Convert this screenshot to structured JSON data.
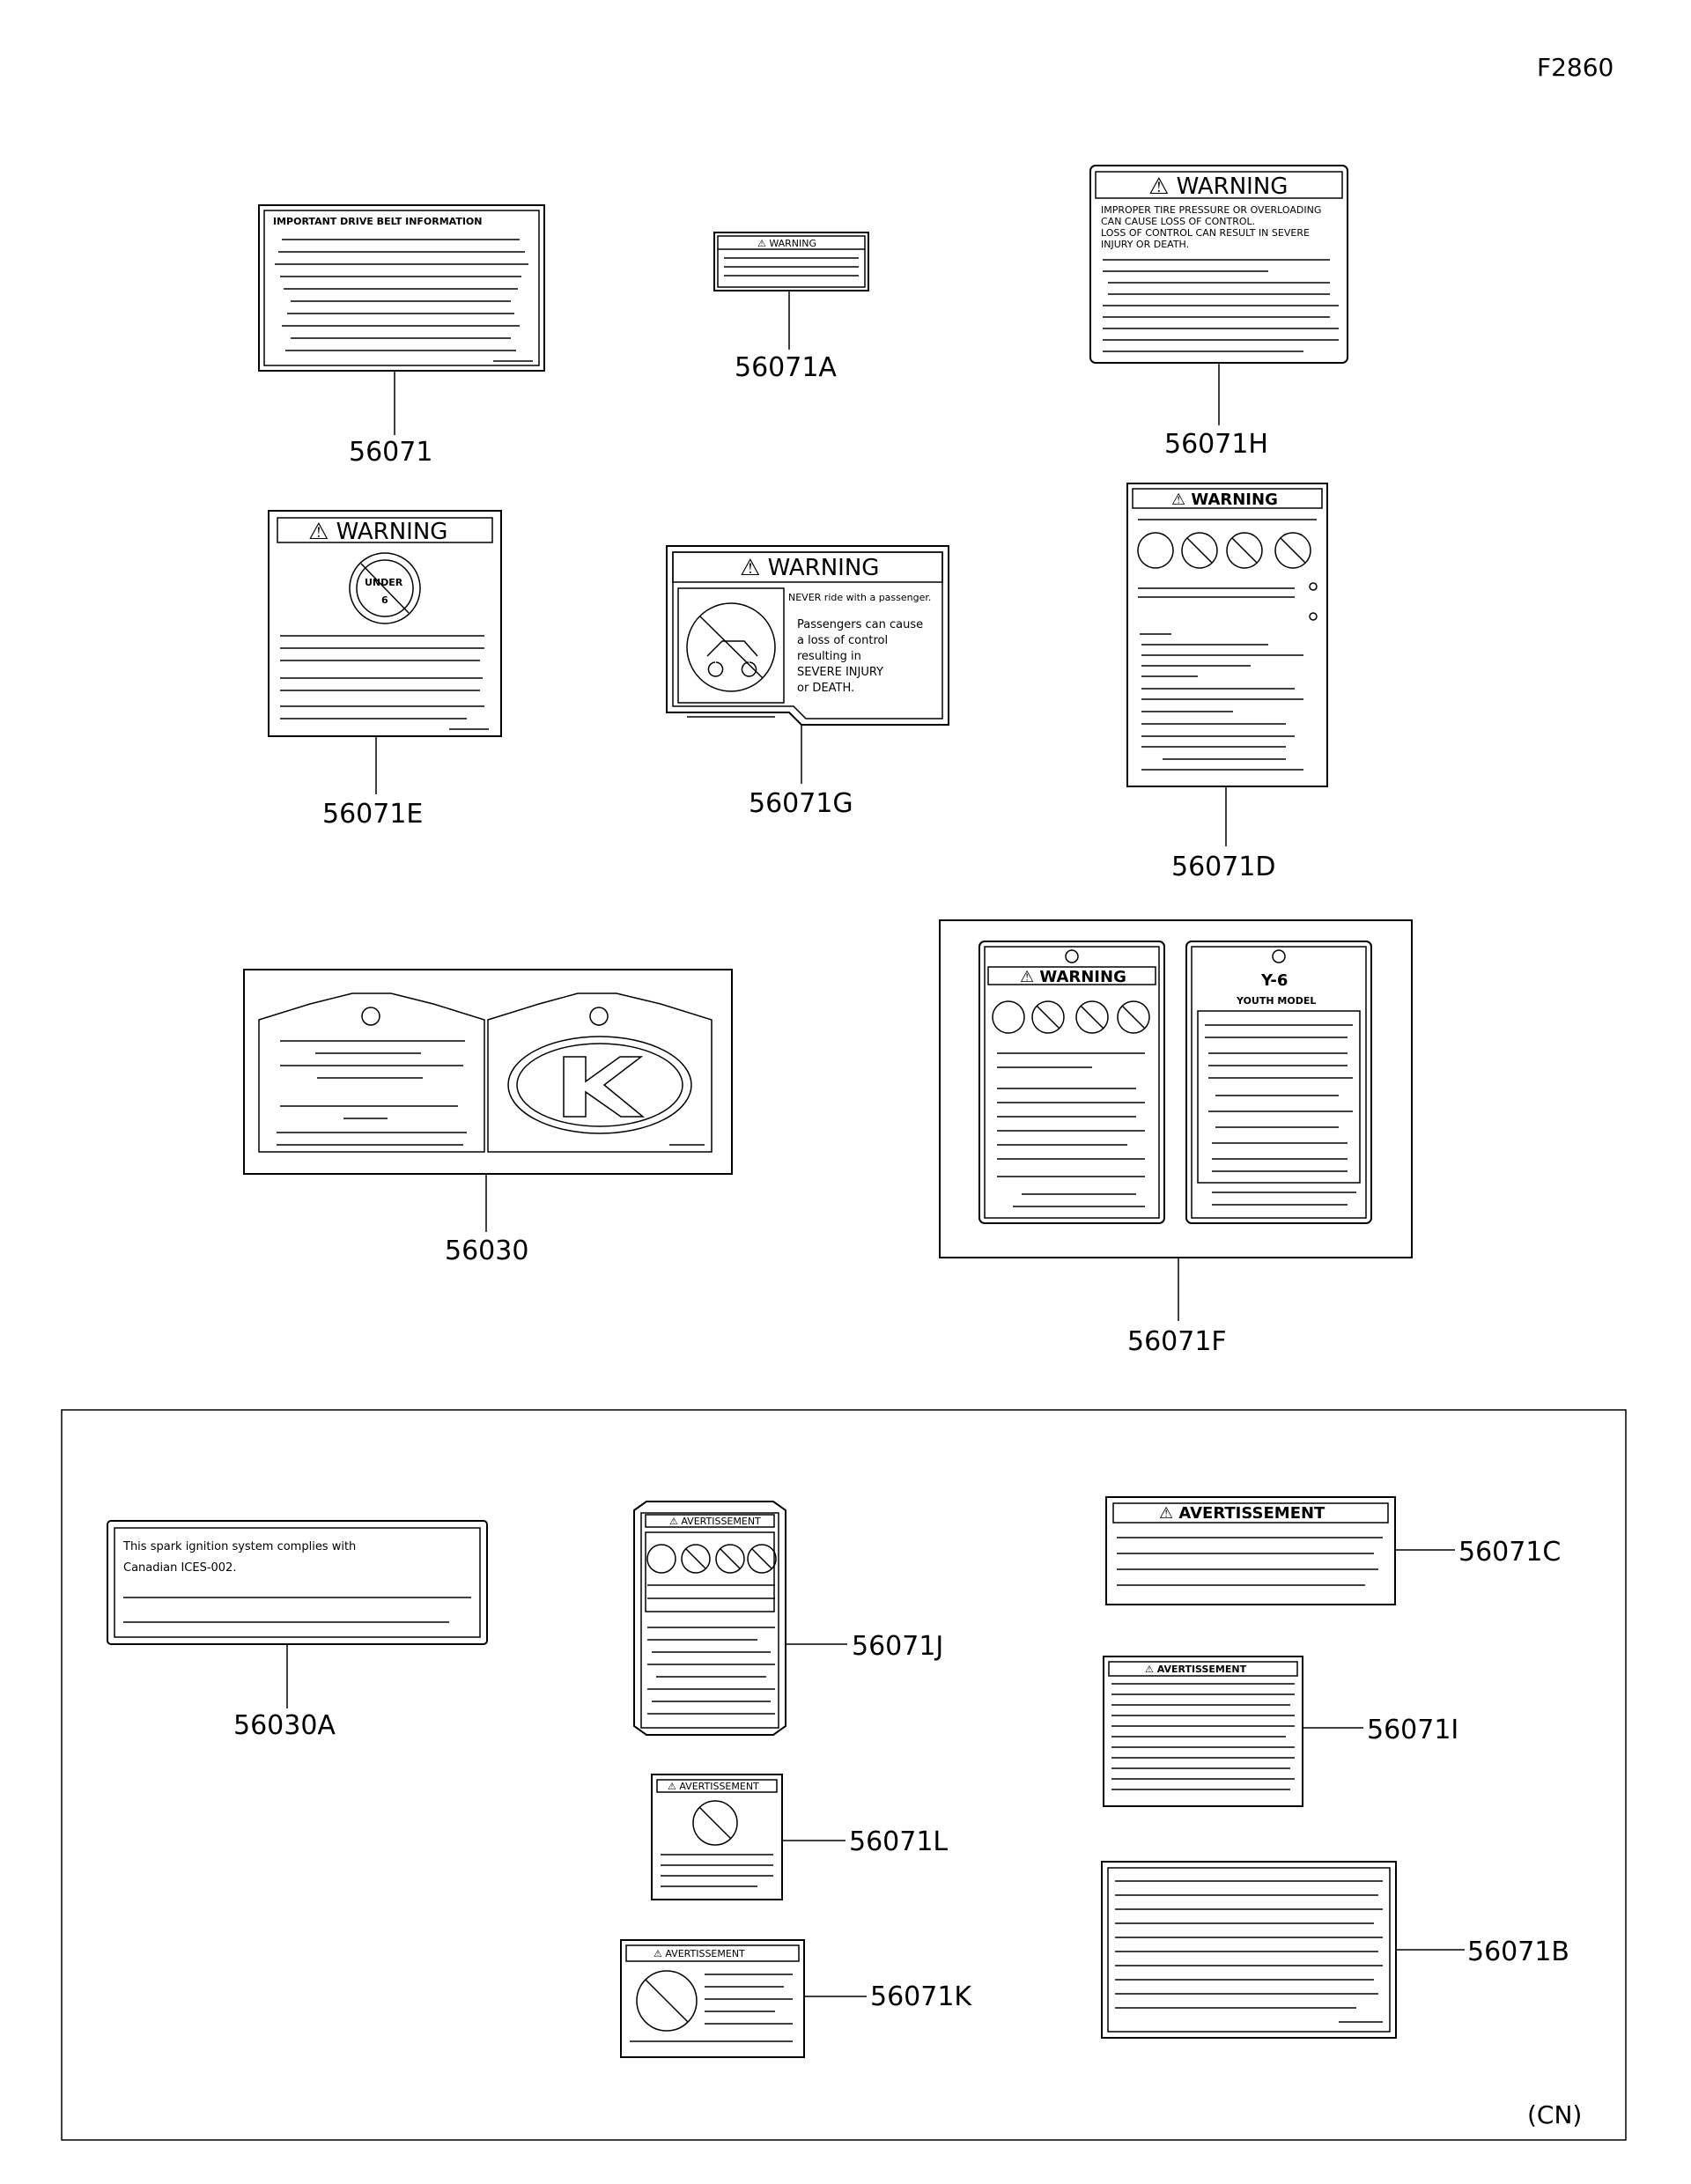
{
  "diagram_code": "F2860",
  "region_code": "(CN)",
  "warning_word": "WARNING",
  "avertissement_word": "AVERTISSEMENT",
  "parts": {
    "p56071": "56071",
    "p56071A": "56071A",
    "p56071H": "56071H",
    "p56071E": "56071E",
    "p56071G": "56071G",
    "p56071D": "56071D",
    "p56030": "56030",
    "p56071F": "56071F",
    "p56030A": "56030A",
    "p56071J": "56071J",
    "p56071C": "56071C",
    "p56071I": "56071I",
    "p56071L": "56071L",
    "p56071K": "56071K",
    "p56071B": "56071B"
  },
  "label_texts": {
    "drive_belt_title": "IMPORTANT DRIVE BELT INFORMATION",
    "tire_lines": [
      "IMPROPER TIRE PRESSURE OR OVERLOADING",
      "CAN CAUSE LOSS OF CONTROL.",
      "LOSS OF CONTROL CAN RESULT IN SEVERE",
      "INJURY OR DEATH."
    ],
    "under_text": "UNDER",
    "under_num": "6",
    "never_line": "NEVER ride with a passenger.",
    "passenger_lines": [
      "Passengers can cause",
      "a loss of control",
      "resulting in",
      "SEVERE INJURY",
      "or DEATH."
    ],
    "y6_title": "Y-6",
    "youth_model": "YOUTH MODEL",
    "canada_lines": [
      "This spark ignition system complies with",
      "Canadian ICES-002."
    ]
  }
}
